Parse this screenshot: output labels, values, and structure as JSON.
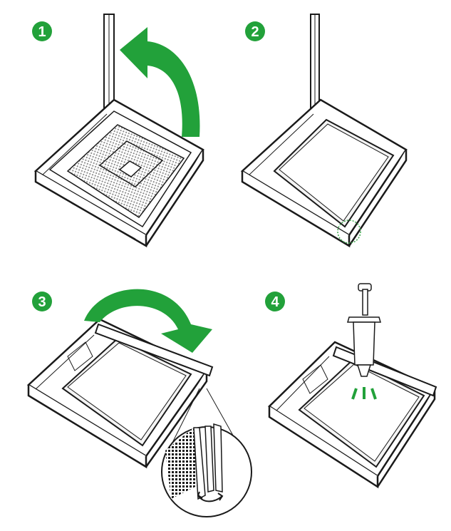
{
  "colors": {
    "accent_green": "#22a13a",
    "line": "#1a1a1a",
    "socket_fill": "#ffffff",
    "pin_grid": "#8a8a8a",
    "cpu_fill": "#f4f4f4",
    "hint_circle": "#3aa84a"
  },
  "steps": [
    {
      "number": "1",
      "icons": [
        "curved-arrow-icon",
        "cpu-socket-icon",
        "lever-icon"
      ]
    },
    {
      "number": "2",
      "icons": [
        "cpu-icon",
        "cpu-socket-icon",
        "alignment-circle-icon"
      ]
    },
    {
      "number": "3",
      "icons": [
        "curved-arrow-icon",
        "lever-icon",
        "magnifier-icon",
        "rotate-arrow-icon"
      ]
    },
    {
      "number": "4",
      "icons": [
        "thermal-paste-syringe-icon",
        "paste-drop-icon",
        "cpu-icon"
      ]
    }
  ]
}
